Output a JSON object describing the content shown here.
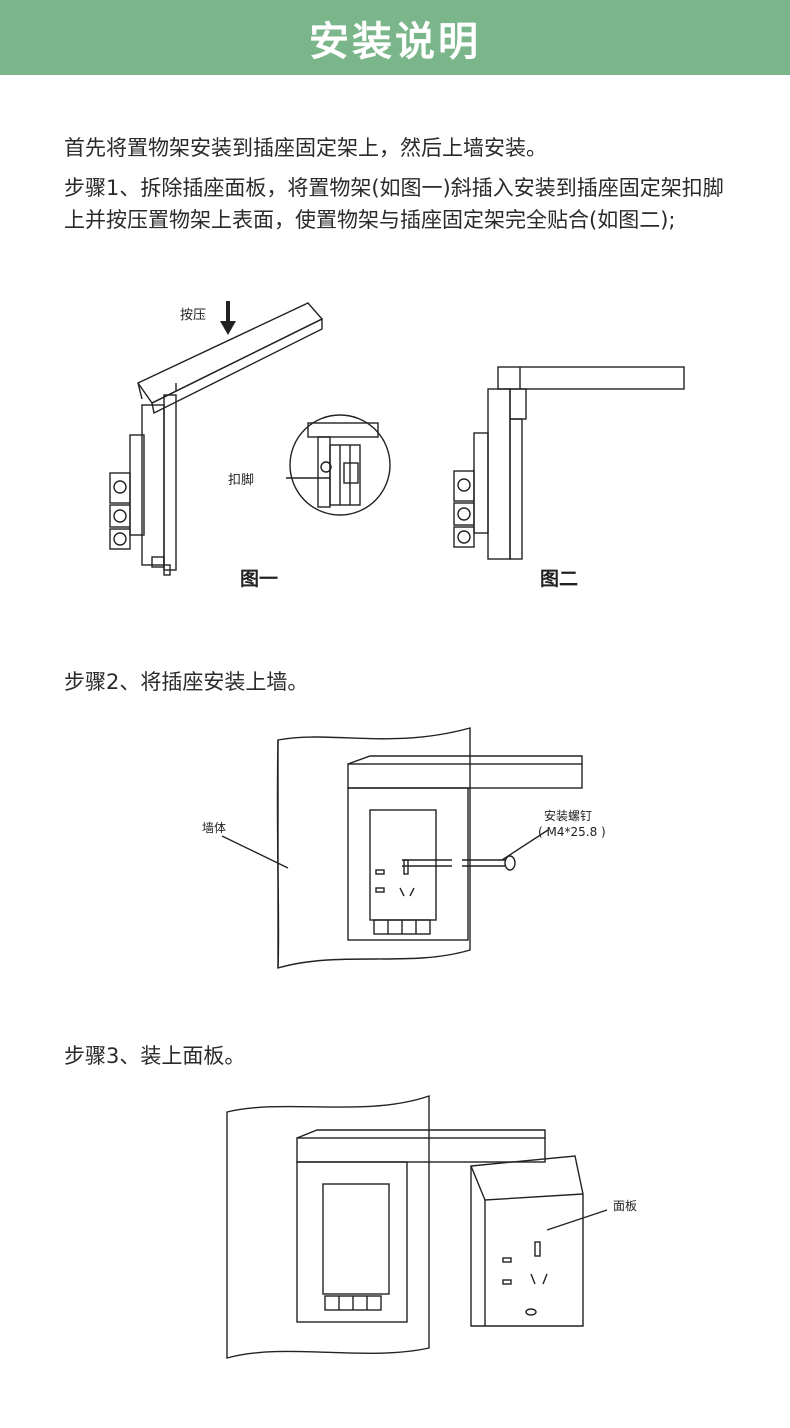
{
  "header": {
    "title": "安装说明"
  },
  "intro": "首先将置物架安装到插座固定架上，然后上墙安装。",
  "step1": {
    "text": "步骤1、拆除插座面板，将置物架(如图一)斜插入安装到插座固定架扣脚上并按压置物架上表面，使置物架与插座固定架完全贴合(如图二);",
    "press_label": "按压",
    "clip_label": "扣脚",
    "caption_1": "图一",
    "caption_2": "图二"
  },
  "step2": {
    "text": "步骤2、将插座安装上墙。",
    "wall_label": "墙体",
    "screw_label": "安装螺钉",
    "screw_spec": "( M4*25.8 )"
  },
  "step3": {
    "text": "步骤3、装上面板。",
    "panel_label": "面板"
  }
}
